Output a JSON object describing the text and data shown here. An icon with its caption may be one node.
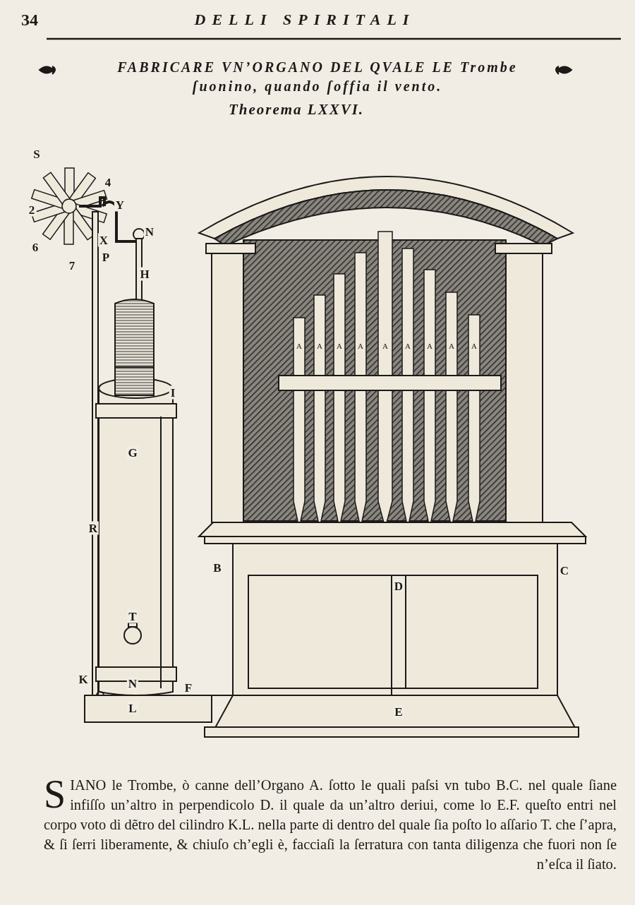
{
  "diagram": {
    "title": "FABRICARE VN’ORGANO DEL QVALE LE Trombe ſuonino, quando ſoffia il vento.",
    "caption": "SIANO le Trombe, ò canne dell’Organo A. ſotto le quali paſsi vn tubo B.C. nel quale ſiane infiſſo un’altro in perpendicolo D. il quale da un’altro deriui, come lo E.F. queſto entri nel corpo voto di dẽtro del cilindro K.L. nella parte di dentro del quale ſia poſto lo aſſario T. che ſ’apra, & ſi ſerri liberamente, & chiuſo ch’egli è, facciaſi la ſerratura con tanta diligenza che fuori non ſe n’eſca il ſiato.",
    "labels": [
      "34",
      "DELLI SPIRITALI",
      "Theorema LXXVI.",
      "S",
      "4",
      "Y",
      "2",
      "N",
      "X",
      "6",
      "P",
      "7",
      "H",
      "A",
      "A",
      "A",
      "A",
      "A",
      "A",
      "A",
      "A",
      "A",
      "I",
      "G",
      "R",
      "B",
      "C",
      "D",
      "T",
      "K",
      "N",
      "F",
      "L",
      "E"
    ]
  }
}
